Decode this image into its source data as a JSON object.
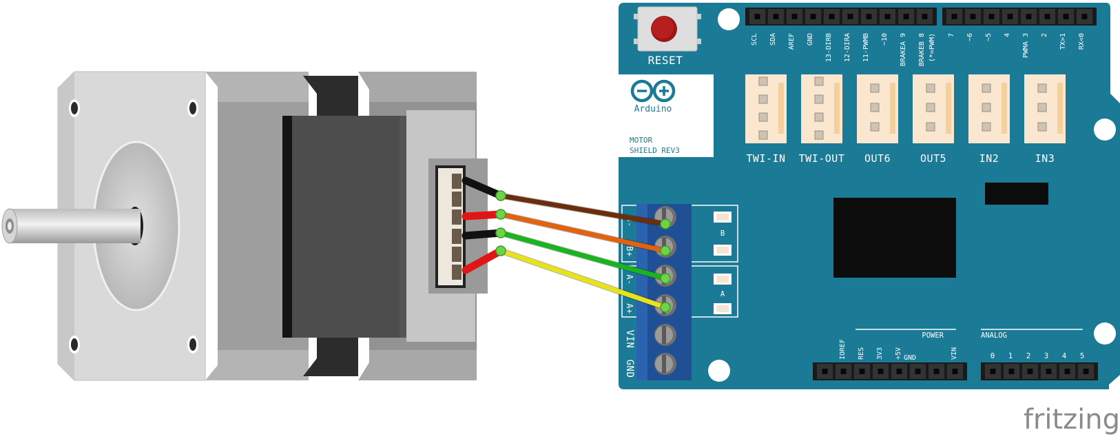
{
  "shield": {
    "reset_label": "RESET",
    "brand": "Arduino",
    "model_line1": "MOTOR",
    "model_line2": "SHIELD REV3",
    "top_header_labels": [
      "SCL",
      "SDA",
      "AREF",
      "GND",
      "13-DIRB",
      "12-DIRA",
      "11-PWMB",
      "~10",
      "BRAKEA 9",
      "BRAKEB 8",
      "(*=PWM)",
      "7",
      "~6",
      "~5",
      "4",
      "PWMA 3",
      "2",
      "TX>1",
      "RX<0"
    ],
    "connectors": [
      "TWI-IN",
      "TWI-OUT",
      "OUT6",
      "OUT5",
      "IN2",
      "IN3"
    ],
    "terminal_labels": [
      "B-",
      "B+",
      "A-",
      "A+",
      "VIN",
      "GND"
    ],
    "channel_b": "B",
    "channel_a": "A",
    "power_title": "POWER",
    "power_pins": [
      "IOREF",
      "RES",
      "3V3",
      "+5V",
      "GND",
      "VIN"
    ],
    "analog_title": "ANALOG",
    "analog_pins": [
      "0",
      "1",
      "2",
      "3",
      "4",
      "5"
    ]
  },
  "wires": [
    {
      "name": "brown-wire",
      "color": "#6b2e0c"
    },
    {
      "name": "orange-wire",
      "color": "#e2620e"
    },
    {
      "name": "green-wire",
      "color": "#19b51e"
    },
    {
      "name": "yellow-wire",
      "color": "#e8e21a"
    }
  ],
  "colors": {
    "board": "#1b7a96",
    "terminal": "#1f4f95",
    "motor": "#cfcfcf"
  },
  "watermark": "fritzing"
}
